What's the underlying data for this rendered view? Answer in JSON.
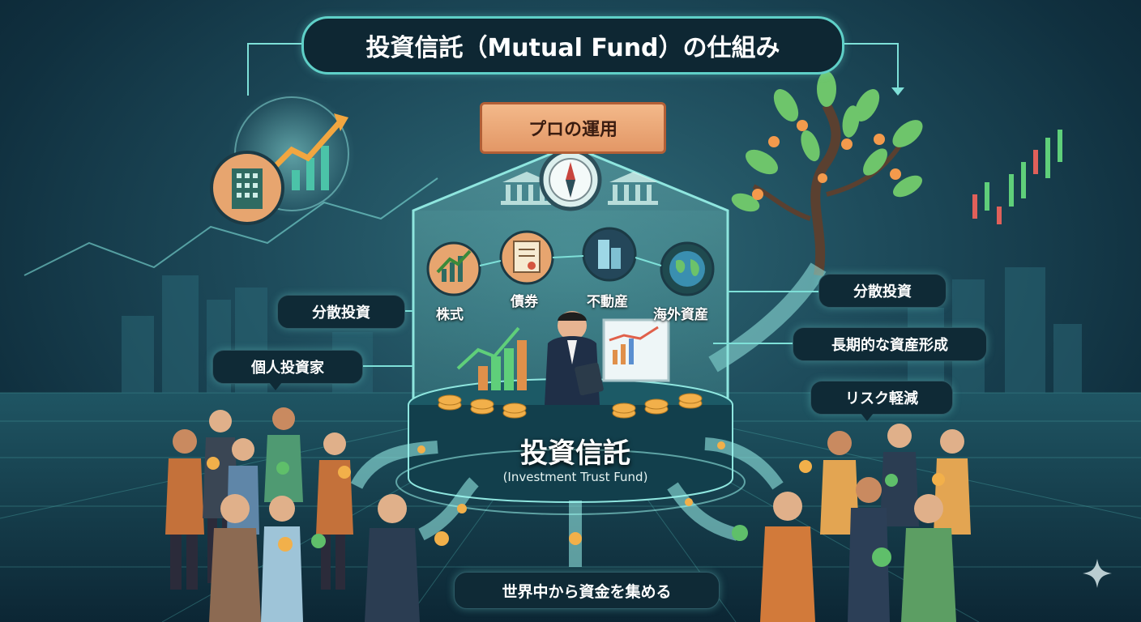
{
  "title": "投資信託（Mutual Fund）の仕組み",
  "banner": "プロの運用",
  "assets": [
    {
      "label": "株式",
      "icon": "stock-chart-icon"
    },
    {
      "label": "債券",
      "icon": "bond-certificate-icon"
    },
    {
      "label": "不動産",
      "icon": "building-icon"
    },
    {
      "label": "海外資産",
      "icon": "globe-icon"
    }
  ],
  "left_labels": {
    "diversification": "分散投資",
    "individual_investors": "個人投資家"
  },
  "right_labels": {
    "diversification": "分散投資",
    "long_term": "長期的な資産形成",
    "risk_reduction": "リスク軽減"
  },
  "fund": {
    "name": "投資信託",
    "english": "(Investment Trust Fund)"
  },
  "bottom_label": "世界中から資金を集める",
  "colors": {
    "accent": "#5fd0c8",
    "banner": "#e9a173",
    "coin": "#f2b04a",
    "dollar_coin": "#5fbf6a"
  }
}
